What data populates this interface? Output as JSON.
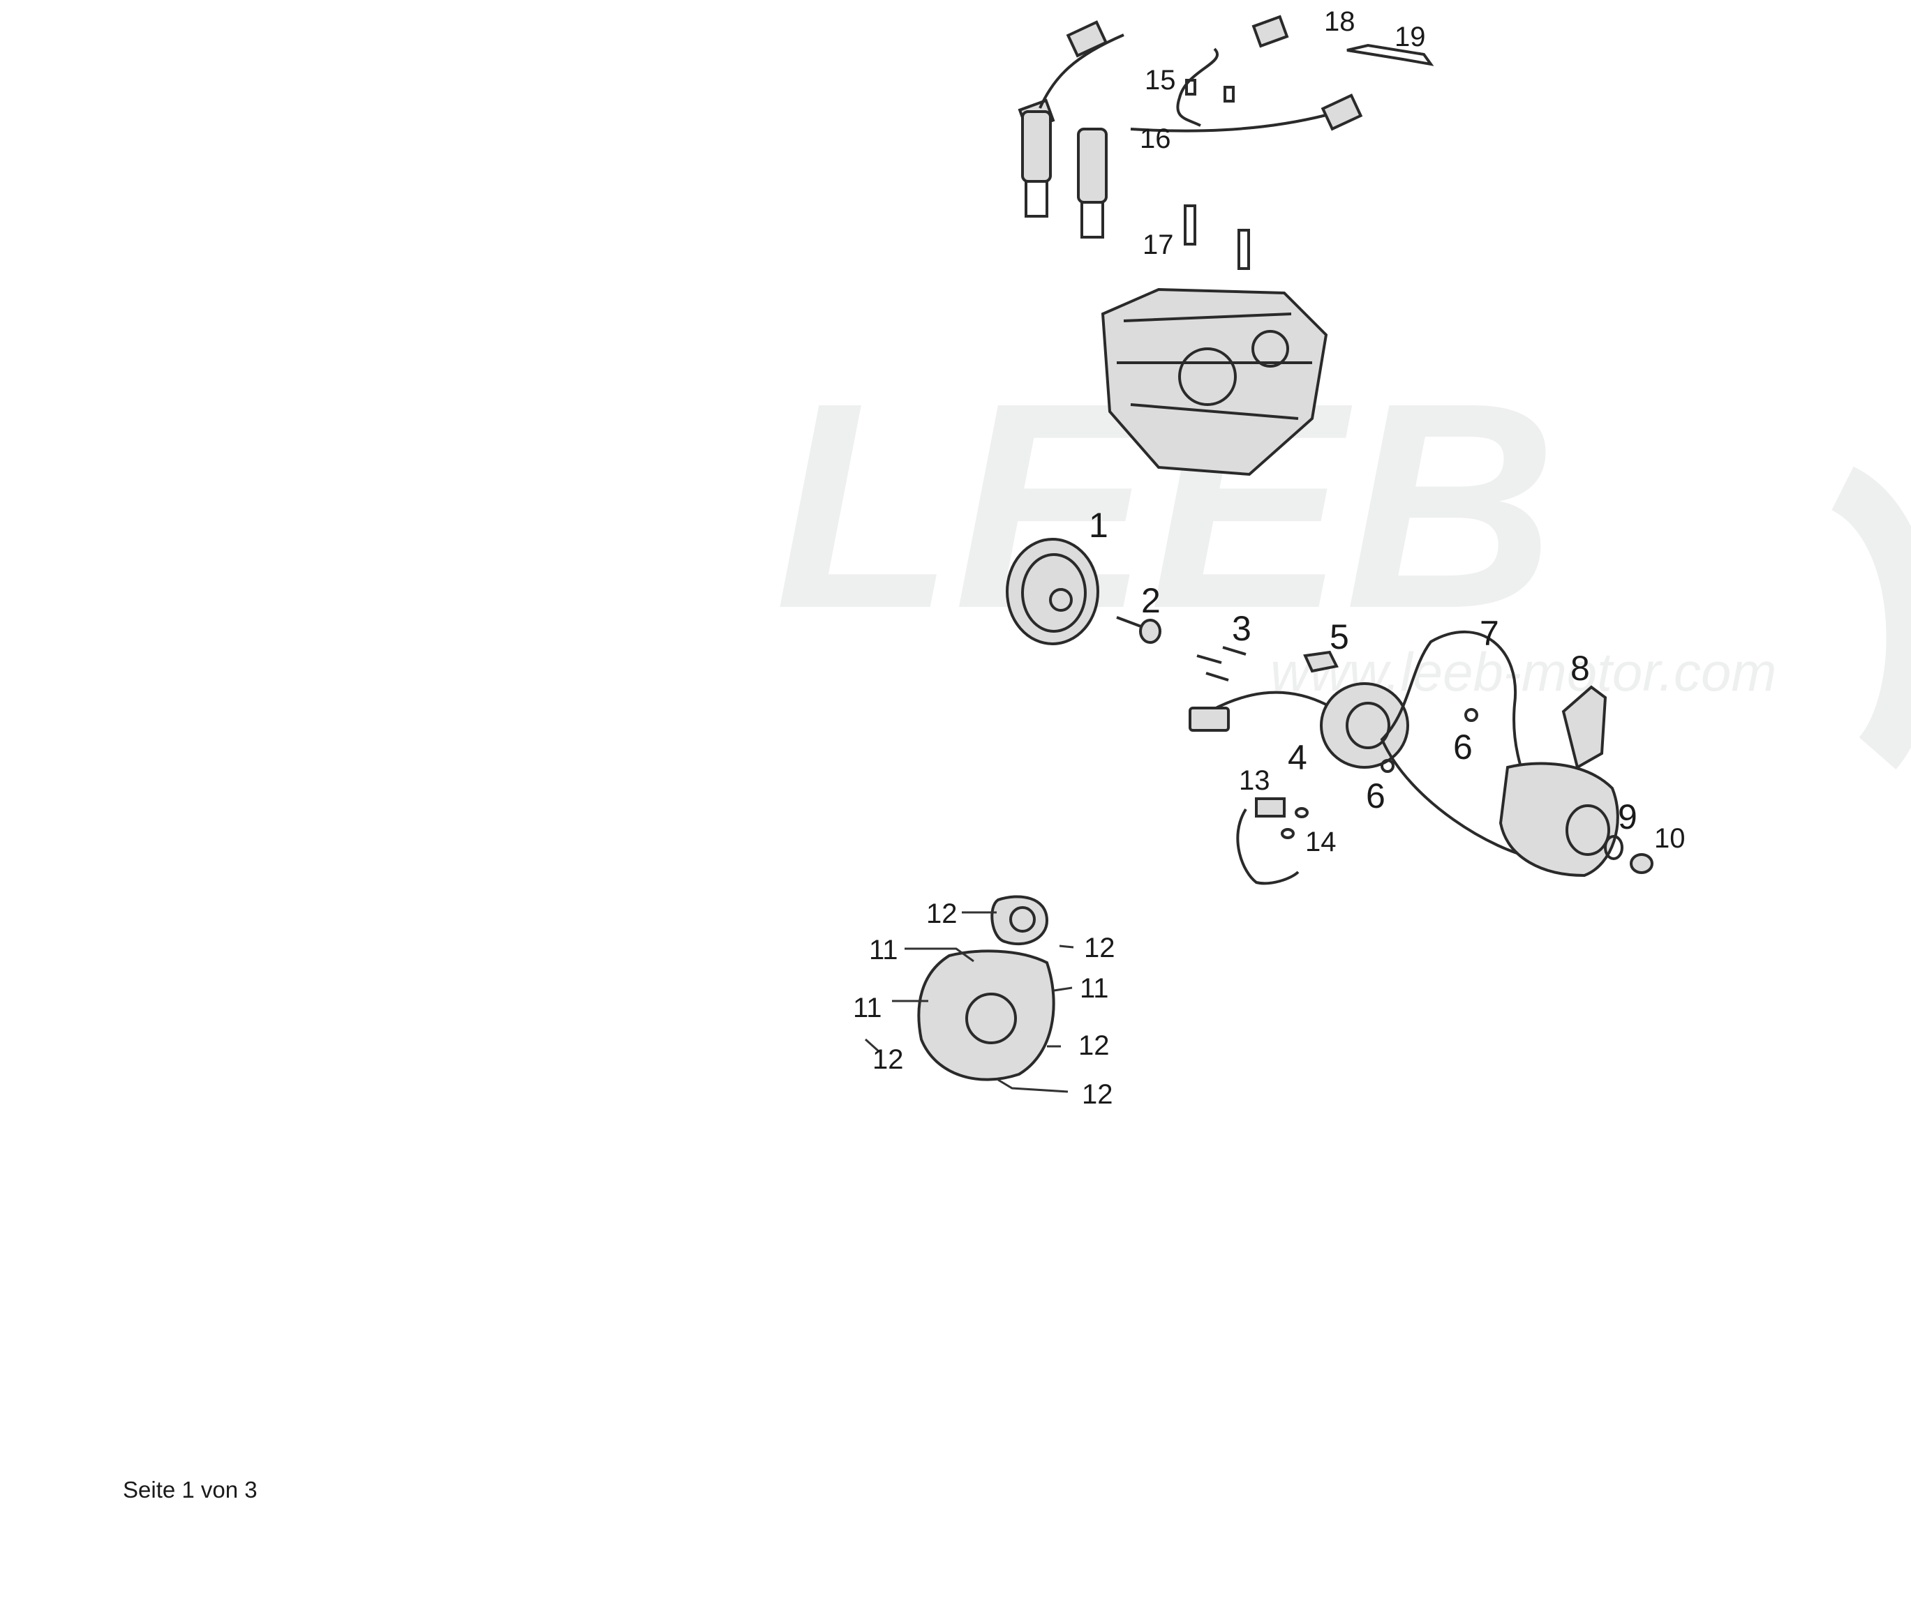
{
  "footer": {
    "page_text": "Seite 1 von 3"
  },
  "watermark": {
    "logo_text": "LEEB",
    "url_text": "www.leeb-motor.com"
  },
  "callouts": [
    {
      "label": "1"
    },
    {
      "label": "2"
    },
    {
      "label": "3"
    },
    {
      "label": "4"
    },
    {
      "label": "5"
    },
    {
      "label": "6"
    },
    {
      "label": "6"
    },
    {
      "label": "7"
    },
    {
      "label": "8"
    },
    {
      "label": "9"
    },
    {
      "label": "10"
    },
    {
      "label": "11"
    },
    {
      "label": "11"
    },
    {
      "label": "11"
    },
    {
      "label": "12"
    },
    {
      "label": "12"
    },
    {
      "label": "12"
    },
    {
      "label": "12"
    },
    {
      "label": "12"
    },
    {
      "label": "13"
    },
    {
      "label": "14"
    },
    {
      "label": "15"
    },
    {
      "label": "16"
    },
    {
      "label": "17"
    },
    {
      "label": "18"
    },
    {
      "label": "19"
    }
  ],
  "colors": {
    "watermark": "#eef0ef",
    "line": "#2a2a2a"
  }
}
